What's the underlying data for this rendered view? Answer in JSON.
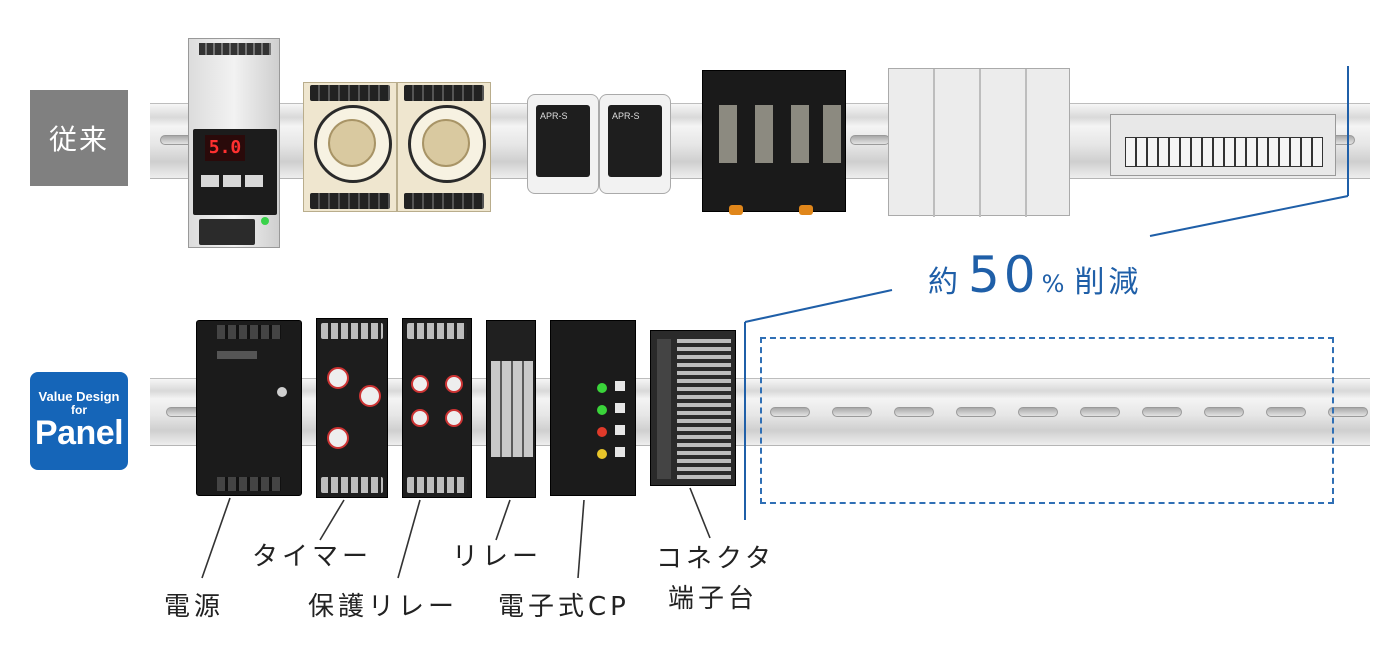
{
  "badges": {
    "conventional": "従来",
    "vdp_line1": "Value Design",
    "vdp_line2": "for",
    "vdp_line3": "Panel"
  },
  "reduction": {
    "prefix": "約",
    "number": "50",
    "unit": "%",
    "suffix": "削減"
  },
  "top_devices": {
    "psu_display": "5.0",
    "relay_brand": "APR-S"
  },
  "labels": {
    "power": "電源",
    "timer": "タイマー",
    "protective_relay": "保護リレー",
    "relay": "リレー",
    "electronic_cp": "電子式CP",
    "connector_line1": "コネクタ",
    "connector_line2": "端子台"
  },
  "colors": {
    "accent": "#1f5fa8",
    "conventional_badge": "#808080",
    "vdp_badge": "#1565b8"
  }
}
